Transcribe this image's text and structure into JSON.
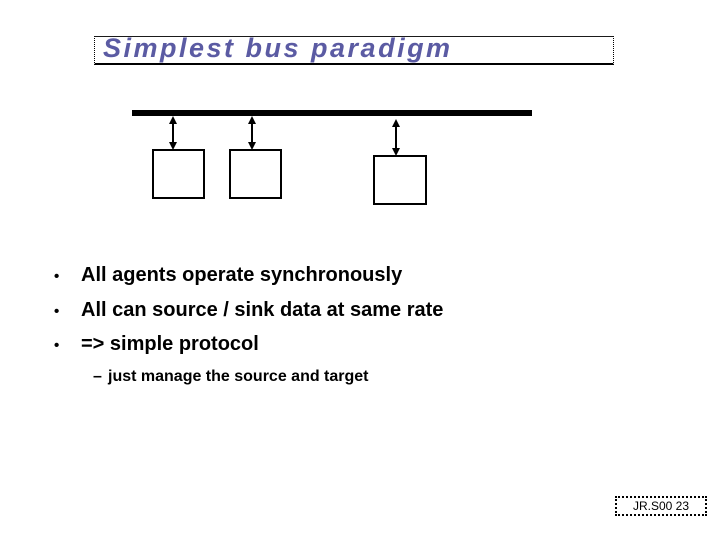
{
  "slide": {
    "title": "Simplest bus paradigm",
    "bullets": [
      {
        "marker": "•",
        "level": 1,
        "text": "All agents operate synchronously"
      },
      {
        "marker": "•",
        "level": 1,
        "text": "All can source / sink data at same rate"
      },
      {
        "marker": "•",
        "level": 1,
        "text": "=> simple protocol"
      },
      {
        "marker": "–",
        "level": 2,
        "text": "just manage the source and target"
      }
    ],
    "diagram": {
      "type": "bus-with-agents",
      "bus": {
        "shape": "thick-horizontal-bar",
        "color": "#000000"
      },
      "agents": [
        {
          "id": "agent-1",
          "connection": "bidirectional-arrow-to-bus"
        },
        {
          "id": "agent-2",
          "connection": "bidirectional-arrow-to-bus"
        },
        {
          "id": "agent-3",
          "connection": "bidirectional-arrow-to-bus"
        }
      ]
    },
    "footer": "JR.S00 23",
    "colors": {
      "background": "#FFFFFF",
      "title_text": "#5B5BA3",
      "body_text": "#000000",
      "diagram": "#000000"
    }
  }
}
